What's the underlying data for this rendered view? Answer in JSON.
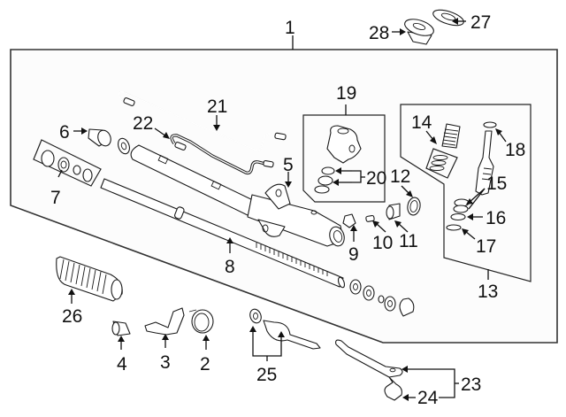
{
  "diagram": {
    "title": "Steering Gear Assembly - Exploded Parts View",
    "colors": {
      "line": "#1a1a1a",
      "frame": "#333333",
      "background": "#ffffff"
    },
    "callouts": [
      {
        "id": "1",
        "label": "1",
        "part": "steering-gear-assembly"
      },
      {
        "id": "2",
        "label": "2",
        "part": "mount-bushing"
      },
      {
        "id": "3",
        "label": "3",
        "part": "mount-bracket"
      },
      {
        "id": "4",
        "label": "4",
        "part": "bushing"
      },
      {
        "id": "5",
        "label": "5",
        "part": "gear-housing"
      },
      {
        "id": "6",
        "label": "6",
        "part": "end-plug"
      },
      {
        "id": "7",
        "label": "7",
        "part": "seal-kit"
      },
      {
        "id": "8",
        "label": "8",
        "part": "rack"
      },
      {
        "id": "9",
        "label": "9",
        "part": "rack-guide"
      },
      {
        "id": "10",
        "label": "10",
        "part": "guide-spring"
      },
      {
        "id": "11",
        "label": "11",
        "part": "adjusting-screw"
      },
      {
        "id": "12",
        "label": "12",
        "part": "lock-nut"
      },
      {
        "id": "13",
        "label": "13",
        "part": "pinion-valve-kit"
      },
      {
        "id": "14",
        "label": "14",
        "part": "valve-seal-kit"
      },
      {
        "id": "15",
        "label": "15",
        "part": "seal-rings"
      },
      {
        "id": "16",
        "label": "16",
        "part": "o-ring"
      },
      {
        "id": "17",
        "label": "17",
        "part": "o-ring-lower"
      },
      {
        "id": "18",
        "label": "18",
        "part": "snap-ring"
      },
      {
        "id": "19",
        "label": "19",
        "part": "valve-body"
      },
      {
        "id": "20",
        "label": "20",
        "part": "valve-seals"
      },
      {
        "id": "21",
        "label": "21",
        "part": "feed-line-long"
      },
      {
        "id": "22",
        "label": "22",
        "part": "feed-line-short"
      },
      {
        "id": "23",
        "label": "23",
        "part": "outer-tie-rod"
      },
      {
        "id": "24",
        "label": "24",
        "part": "boot"
      },
      {
        "id": "25",
        "label": "25",
        "part": "inner-tie-rod"
      },
      {
        "id": "26",
        "label": "26",
        "part": "bellows-boot"
      },
      {
        "id": "27",
        "label": "27",
        "part": "washer"
      },
      {
        "id": "28",
        "label": "28",
        "part": "grommet"
      }
    ]
  }
}
